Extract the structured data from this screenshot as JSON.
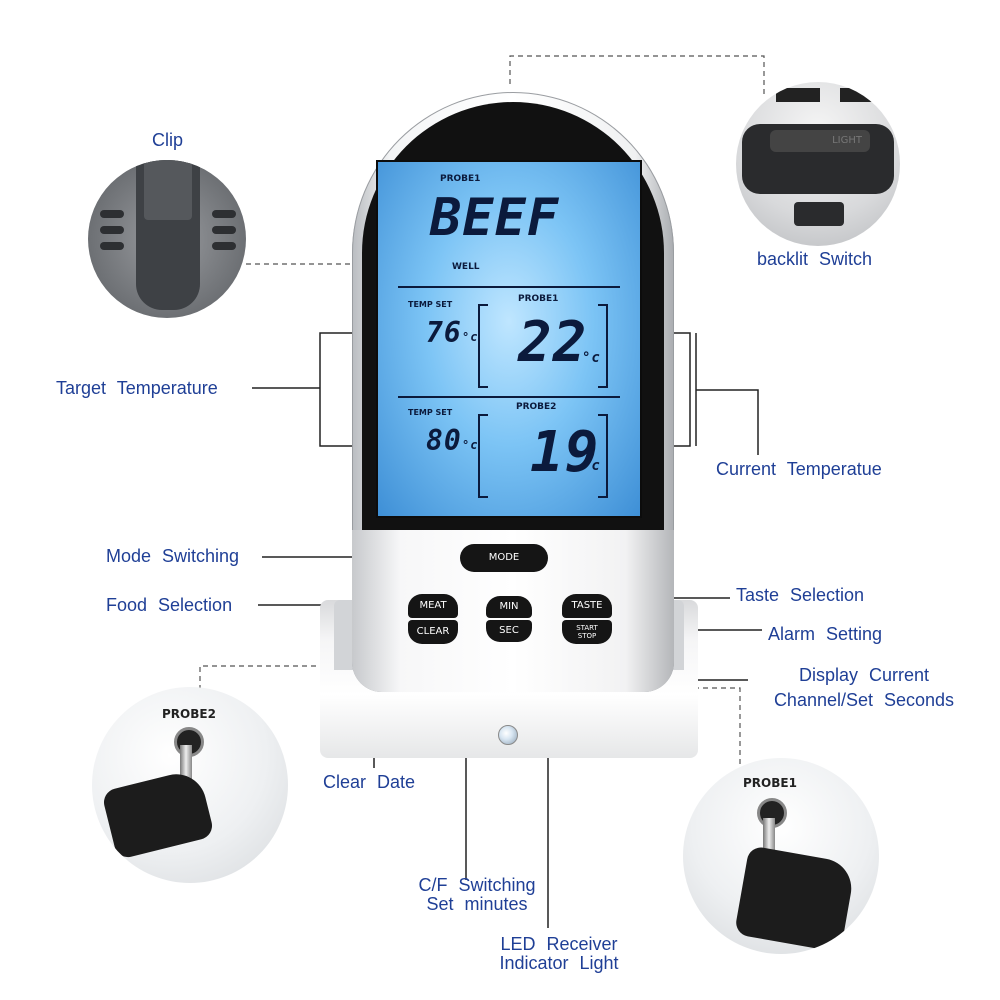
{
  "callouts": {
    "clip": "Clip",
    "backlit_switch": "backlit  Switch",
    "target_temperature": "Target  Temperature",
    "current_temperature": "Current  Temperatue",
    "mode_switching": "Mode  Switching",
    "food_selection": "Food  Selection",
    "taste_selection": "Taste  Selection",
    "alarm_setting": "Alarm  Setting",
    "display_current_1": "Display  Current",
    "display_current_2": "Channel/Set  Seconds",
    "clear_date": "Clear  Date",
    "cf_1": "C/F  Switching",
    "cf_2": "Set  minutes",
    "led_1": "LED  Receiver",
    "led_2": "Indicator  Light"
  },
  "display": {
    "probe1_top": "PROBE1",
    "food": "BEEF",
    "doneness": "WELL",
    "probe1": {
      "temp_set_label": "TEMP SET",
      "set_value": "76",
      "unit": "°c",
      "label": "PROBE1",
      "current": "22",
      "current_unit": "°c"
    },
    "probe2": {
      "temp_set_label": "TEMP SET",
      "set_value": "80",
      "unit": "°c",
      "label": "PROBE2",
      "current": "19",
      "current_unit": "°c"
    }
  },
  "buttons": {
    "mode": "MODE",
    "meat": "MEAT",
    "clear": "CLEAR",
    "min": "MIN",
    "sec": "SEC",
    "taste": "TASTE",
    "start_stop_1": "START",
    "start_stop_2": "STOP"
  },
  "insets": {
    "switch_text": "LIGHT",
    "probe2_label": "PROBE2",
    "probe1_label": "PROBE1"
  }
}
